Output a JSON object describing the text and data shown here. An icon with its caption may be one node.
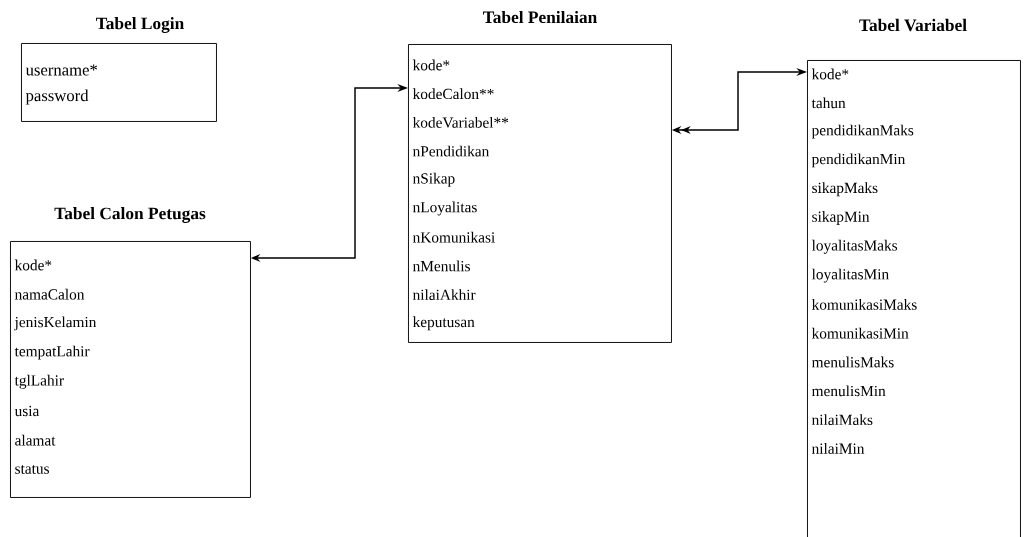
{
  "diagram": {
    "nodes": [
      {
        "text": [
          "Tabel Login",
          "username*",
          "password"
        ]
      },
      {
        "text": [
          "Tabel Calon Petugas",
          "kode*",
          "namaCalon",
          "jenisKelamin",
          "tempatLahir",
          "tglLahir",
          "usia",
          "alamat",
          "status"
        ]
      },
      {
        "text": [
          "Tabel Penilaian",
          "kode*",
          "kodeCalon**",
          "kodeVariabel**",
          "nPendidikan",
          "nSikap",
          "nLoyalitas",
          "nKomunikasi",
          "nMenulis",
          "nilaiAkhir",
          "keputusan"
        ]
      },
      {
        "text": [
          "Tabel Variabel",
          "kode*",
          "tahun",
          "pendidikanMaks",
          "pendidikanMin",
          "sikapMaks",
          "sikapMin",
          "loyalitasMaks",
          "loyalitasMin",
          "komunikasiMaks",
          "komunikasiMin",
          "menulisMaks",
          "menulisMin",
          "nilaiMaks",
          "nilaiMin"
        ]
      }
    ],
    "edges": [
      {
        "from": 2,
        "to": 1,
        "arrow": "both"
      },
      {
        "from": 3,
        "to": 2,
        "arrow": "both"
      }
    ]
  }
}
